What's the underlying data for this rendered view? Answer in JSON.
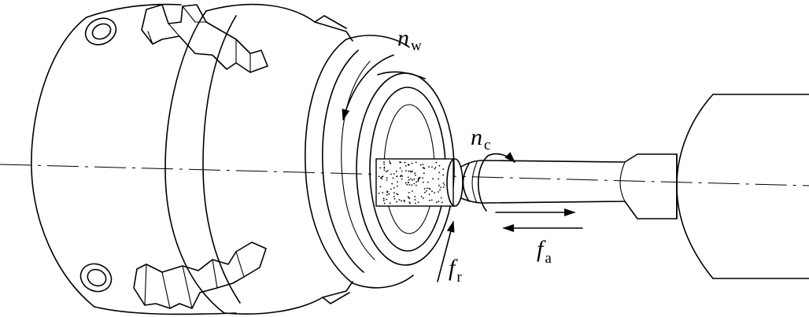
{
  "labels": {
    "nw": {
      "main": "n",
      "sub": "w"
    },
    "nc": {
      "main": "n",
      "sub": "c"
    },
    "fr": {
      "main": "f",
      "sub": "r"
    },
    "fa": {
      "main": "f",
      "sub": "a"
    }
  },
  "colors": {
    "ink": "#000000",
    "background": "#ffffff"
  }
}
